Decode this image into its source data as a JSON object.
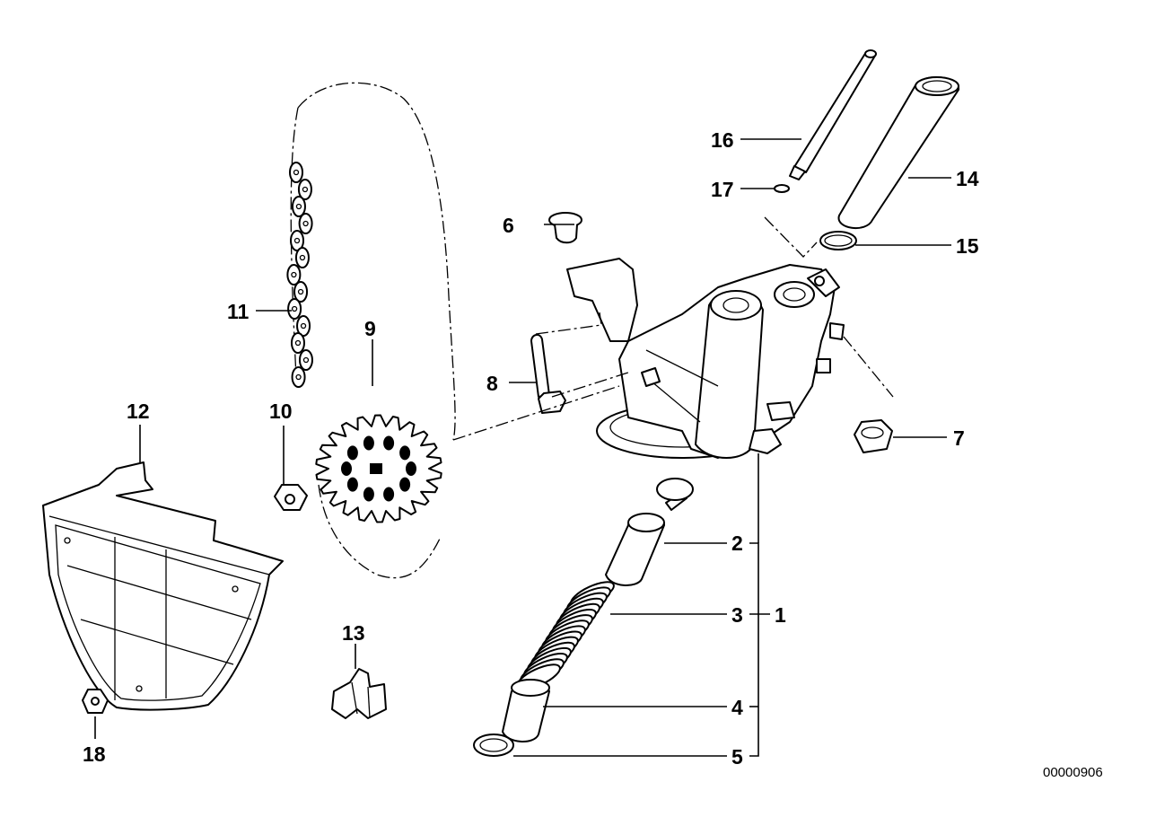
{
  "diagram": {
    "reference_code": "00000906",
    "callouts": [
      {
        "id": "1",
        "label": "1"
      },
      {
        "id": "2",
        "label": "2"
      },
      {
        "id": "3",
        "label": "3"
      },
      {
        "id": "4",
        "label": "4"
      },
      {
        "id": "5",
        "label": "5"
      },
      {
        "id": "6",
        "label": "6"
      },
      {
        "id": "7",
        "label": "7"
      },
      {
        "id": "8",
        "label": "8"
      },
      {
        "id": "9",
        "label": "9"
      },
      {
        "id": "10",
        "label": "10"
      },
      {
        "id": "11",
        "label": "11"
      },
      {
        "id": "12",
        "label": "12"
      },
      {
        "id": "13",
        "label": "13"
      },
      {
        "id": "14",
        "label": "14"
      },
      {
        "id": "15",
        "label": "15"
      },
      {
        "id": "16",
        "label": "16"
      },
      {
        "id": "17",
        "label": "17"
      },
      {
        "id": "18",
        "label": "18"
      }
    ]
  }
}
